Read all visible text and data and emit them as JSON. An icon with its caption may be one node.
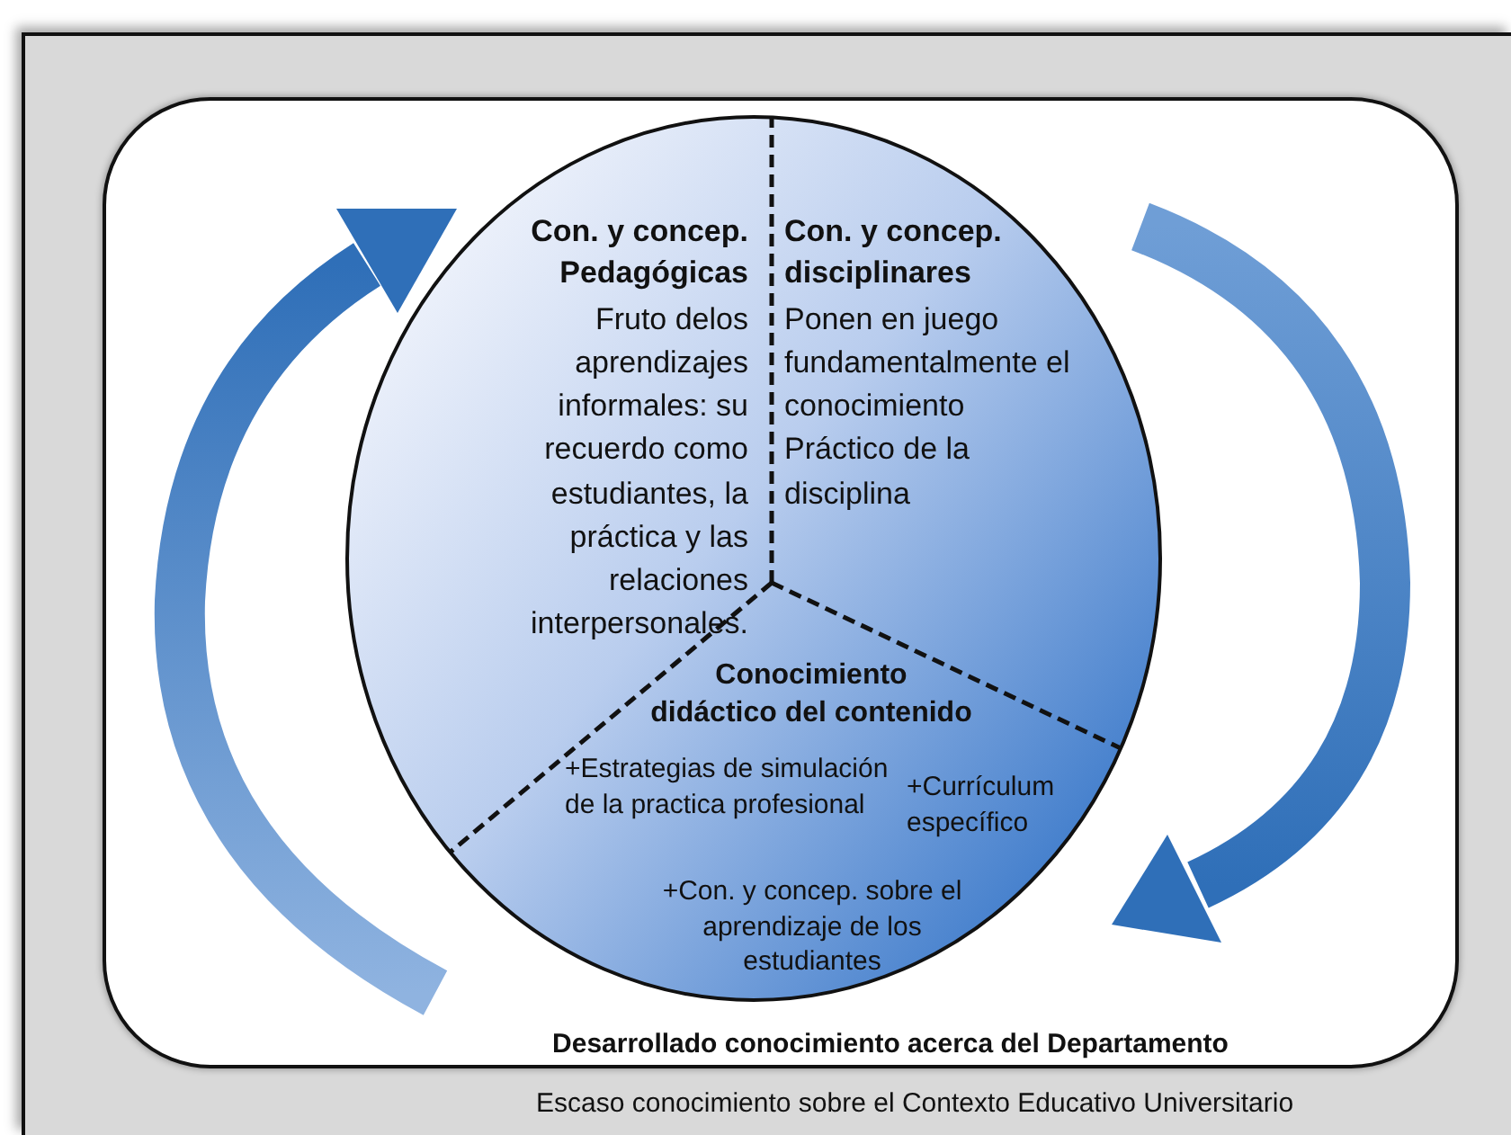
{
  "diagram": {
    "nodes": [
      {
        "text": [
          "Escaso conocimiento sobre el Contexto Educativo Universitario"
        ]
      },
      {
        "text": [
          "Desarrollado conocimiento acerca del Departamento"
        ],
        "in": 0
      },
      {
        "text": [],
        "shape": "circle",
        "in": 1
      },
      {
        "text": [
          "Con. y concep. Pedagógicas",
          "Fruto delos aprendizajes informales: su recuerdo como estudiantes, la práctica y las relaciones interpersonales."
        ],
        "in": 2
      },
      {
        "text": [
          "Con. y concep. disciplinares",
          "Ponen en juego fundamentalmente el conocimiento Práctico de la disciplina"
        ],
        "in": 2
      },
      {
        "text": [
          "Conocimiento didáctico del contenido",
          "+Estrategias de simulación de la practica profesional",
          "+Currículum específico",
          "+Con. y concep. sobre el aprendizaje de los estudiantes"
        ],
        "in": 2
      }
    ]
  }
}
